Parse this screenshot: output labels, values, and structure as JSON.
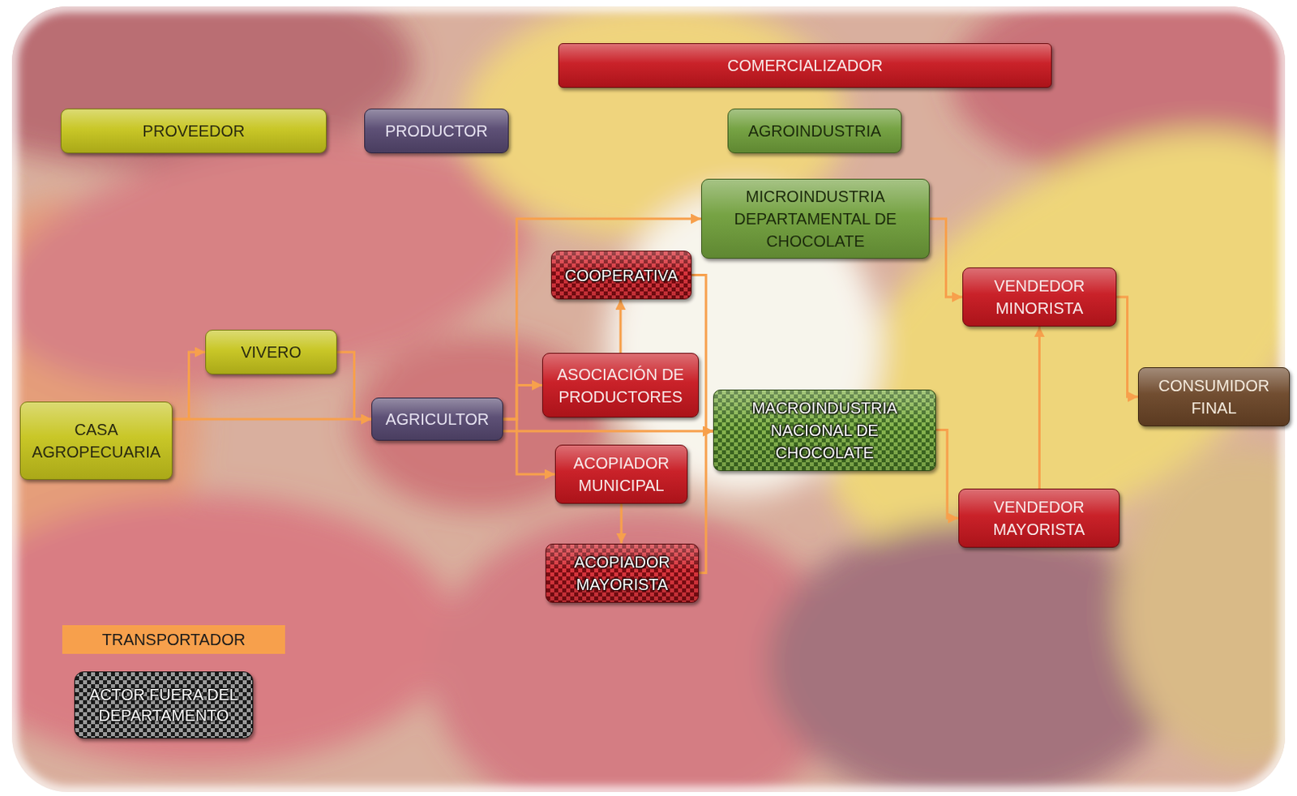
{
  "diagram": {
    "nodes": [
      {
        "text": [
          "COMERCIALIZADOR"
        ]
      },
      {
        "text": [
          "PROVEEDOR"
        ]
      },
      {
        "text": [
          "PRODUCTOR"
        ]
      },
      {
        "text": [
          "AGROINDUSTRIA"
        ]
      },
      {
        "text": [
          "MICROINDUSTRIA DEPARTAMENTAL DE CHOCOLATE"
        ]
      },
      {
        "text": [
          "COOPERATIVA"
        ]
      },
      {
        "text": [
          "VENDEDOR MINORISTA"
        ]
      },
      {
        "text": [
          "VIVERO"
        ]
      },
      {
        "text": [
          "ASOCIACIÓN DE PRODUCTORES"
        ]
      },
      {
        "text": [
          "AGRICULTOR"
        ]
      },
      {
        "text": [
          "MACROINDUSTRIA NACIONAL DE CHOCOLATE"
        ]
      },
      {
        "text": [
          "CONSUMIDOR FINAL"
        ]
      },
      {
        "text": [
          "CASA AGROPECUARIA"
        ]
      },
      {
        "text": [
          "ACOPIADOR MUNICIPAL"
        ]
      },
      {
        "text": [
          "VENDEDOR MAYORISTA"
        ]
      },
      {
        "text": [
          "ACOPIADOR MAYORISTA"
        ]
      }
    ],
    "edges": [
      {
        "from": 12,
        "to": 7,
        "arrow": "to"
      },
      {
        "from": 12,
        "to": 9,
        "arrow": "to"
      },
      {
        "from": 7,
        "to": 9,
        "arrow": "to"
      },
      {
        "from": 9,
        "to": 4,
        "arrow": "to"
      },
      {
        "from": 9,
        "to": 8,
        "arrow": "to"
      },
      {
        "from": 9,
        "to": 10,
        "arrow": "to"
      },
      {
        "from": 9,
        "to": 13,
        "arrow": "to"
      },
      {
        "from": 8,
        "to": 5,
        "arrow": "to"
      },
      {
        "from": 13,
        "to": 15,
        "arrow": "to"
      },
      {
        "from": 5,
        "to": 10,
        "arrow": "to"
      },
      {
        "from": 15,
        "to": 10,
        "arrow": "to"
      },
      {
        "from": 4,
        "to": 6,
        "arrow": "to"
      },
      {
        "from": 10,
        "to": 14,
        "arrow": "to"
      },
      {
        "from": 14,
        "to": 6,
        "arrow": "to"
      },
      {
        "from": 6,
        "to": 11,
        "arrow": "to"
      }
    ],
    "legend": [
      {
        "text": "TRANSPORTADOR",
        "color": "#f7a04c"
      },
      {
        "text": "ACTOR FUERA DEL DEPARTAMENTO"
      }
    ]
  }
}
